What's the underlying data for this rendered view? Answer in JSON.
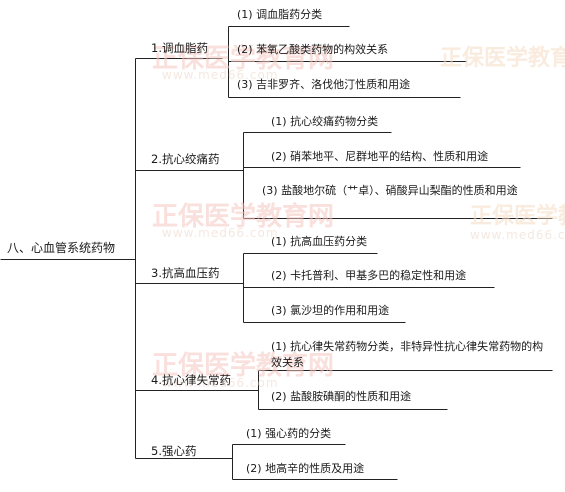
{
  "root": "八、心血管系统药物",
  "categories": [
    {
      "label": "1.调血脂药",
      "items": [
        "(1) 调血脂药分类",
        "(2) 苯氧乙酸类药物的构效关系",
        "(3) 吉非罗齐、洛伐他汀性质和用途"
      ]
    },
    {
      "label": "2.抗心绞痛药",
      "items": [
        "(1) 抗心绞痛药物分类",
        "(2) 硝苯地平、尼群地平的结构、性质和用途",
        "(3) 盐酸地尔硫（艹卓）、硝酸异山梨酯的性质和用途"
      ]
    },
    {
      "label": "3.抗高血压药",
      "items": [
        "(1) 抗高血压药分类",
        "(2) 卡托普利、甲基多巴的稳定性和用途",
        "(3) 氯沙坦的作用和用途"
      ]
    },
    {
      "label": "4.抗心律失常药",
      "items": [
        "(1) 抗心律失常药物分类，非特异性抗心律失常药物的构效关系",
        "(2) 盐酸胺碘酮的性质和用途"
      ]
    },
    {
      "label": "5.强心药",
      "items": [
        "(1) 强心药的分类",
        "(2) 地高辛的性质及用途"
      ]
    }
  ],
  "watermark": {
    "brand": "正保医学教育网",
    "url": "www.med66.com"
  },
  "colors": {
    "line": "#222222",
    "text": "#1a1a1a",
    "watermark": "#f6dcc6"
  }
}
